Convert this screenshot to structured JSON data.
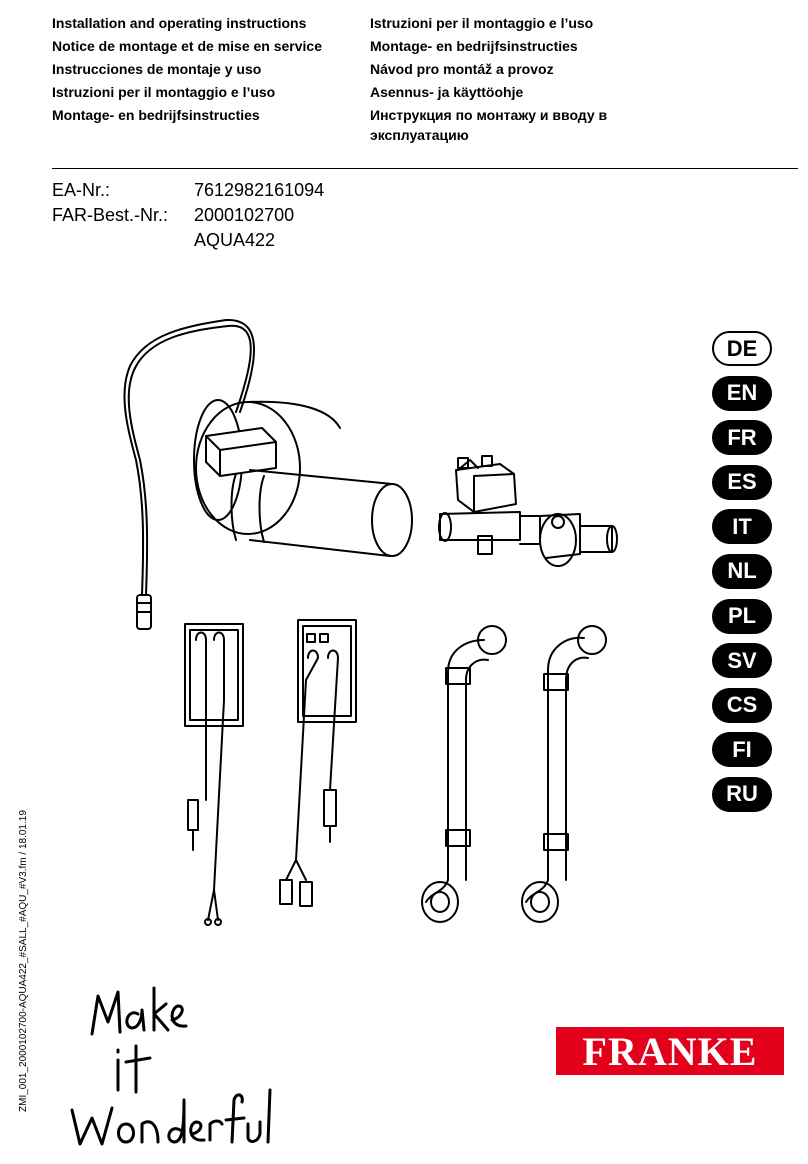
{
  "titles_left": [
    "Installation and operating instructions",
    "Notice de montage et de mise en service",
    "Instrucciones de montaje y uso",
    "Istruzioni per il montaggio e l’uso",
    "Montage- en bedrijfsinstructies"
  ],
  "titles_right": [
    "Istruzioni per il montaggio e l’uso",
    "Montage- en bedrijfsinstructies",
    "Návod pro montáž a provoz",
    "Asennus- ja käyttöohje",
    "Инструкция по монтажу и вводу в",
    "эксплуатацию"
  ],
  "identifiers": {
    "ea_label": "EA-Nr.:",
    "ea_value": "7612982161094",
    "far_label": "FAR-Best.-Nr.:",
    "far_value": "2000102700",
    "model": "AQUA422"
  },
  "languages": [
    {
      "code": "DE",
      "selected": true
    },
    {
      "code": "EN",
      "selected": false
    },
    {
      "code": "FR",
      "selected": false
    },
    {
      "code": "ES",
      "selected": false
    },
    {
      "code": "IT",
      "selected": false
    },
    {
      "code": "NL",
      "selected": false
    },
    {
      "code": "PL",
      "selected": false
    },
    {
      "code": "SV",
      "selected": false
    },
    {
      "code": "CS",
      "selected": false
    },
    {
      "code": "FI",
      "selected": false
    },
    {
      "code": "RU",
      "selected": false
    }
  ],
  "footer_code": "ZMI_001_2000102700-AQUA422_#SALL_#AQU_#V3.fm / 18.01.19",
  "slogan": "Make it wonderful",
  "brand": {
    "name": "FRANKE",
    "color": "#e2001a"
  },
  "icons": [
    "sensor-unit-icon",
    "solenoid-valve-icon",
    "transformer-icon",
    "power-supply-icon",
    "connection-hose-icon"
  ]
}
